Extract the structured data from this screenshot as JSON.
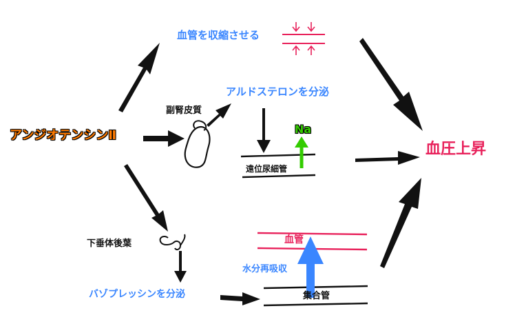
{
  "nodes": {
    "angiotensin": "アンジオテンシンⅡ",
    "vasoconstriction": "血管を収縮させる",
    "adrenal_cortex": "副腎皮質",
    "aldosterone": "アルドステロンを分泌",
    "sodium": "Na",
    "distal_tubule": "遠位尿細管",
    "bp_rise": "血圧上昇",
    "posterior_pituitary": "下垂体後葉",
    "vessel": "血管",
    "water_reabsorption": "水分再吸収",
    "vasopressin": "バゾプレッシンを分泌",
    "collecting_duct": "集合管"
  },
  "colors": {
    "blue_text": "#3a86ff",
    "orange_text": "#ff7a00",
    "pink_text": "#e8205a",
    "green_text": "#33cc00",
    "arrow": "#111111"
  }
}
